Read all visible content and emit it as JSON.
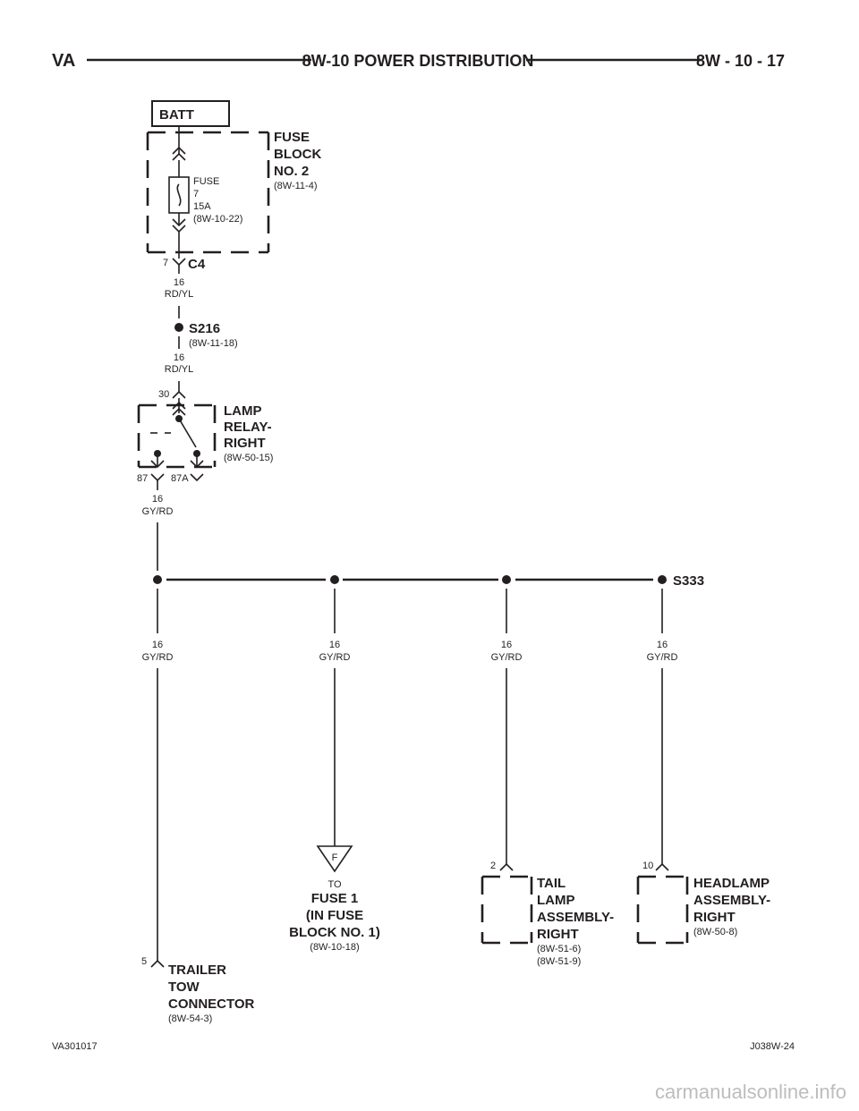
{
  "header": {
    "left": "VA",
    "title": "8W-10 POWER DISTRIBUTION",
    "page": "8W - 10 - 17"
  },
  "batt": {
    "label": "BATT"
  },
  "fuse_block": {
    "name_lines": [
      "FUSE",
      "BLOCK",
      "NO. 2"
    ],
    "ref": "(8W-11-4)",
    "fuse_lines": [
      "FUSE",
      "7",
      "15A",
      "(8W-10-22)"
    ]
  },
  "connector_c4": {
    "name": "C4",
    "pin": "7"
  },
  "wire1": {
    "gauge": "16",
    "color": "RD/YL"
  },
  "splice_s216": {
    "name": "S216",
    "ref": "(8W-11-18)"
  },
  "wire2": {
    "gauge": "16",
    "color": "RD/YL"
  },
  "relay": {
    "name_lines": [
      "LAMP",
      "RELAY-",
      "RIGHT"
    ],
    "ref": "(8W-50-15)",
    "pin_in": "30",
    "pin_87": "87",
    "pin_87a": "87A"
  },
  "wire3": {
    "gauge": "16",
    "color": "GY/RD"
  },
  "splice_s333": {
    "name": "S333"
  },
  "branches": [
    {
      "gauge": "16",
      "color": "GY/RD"
    },
    {
      "gauge": "16",
      "color": "GY/RD"
    },
    {
      "gauge": "16",
      "color": "GY/RD"
    },
    {
      "gauge": "16",
      "color": "GY/RD"
    }
  ],
  "trailer": {
    "pin": "5",
    "name_lines": [
      "TRAILER",
      "TOW",
      "CONNECTOR"
    ],
    "ref": "(8W-54-3)"
  },
  "fuse1": {
    "flag": "F",
    "to": "TO",
    "name_lines": [
      "FUSE 1",
      "(IN FUSE",
      "BLOCK NO. 1)"
    ],
    "ref": "(8W-10-18)"
  },
  "tail": {
    "pin": "2",
    "name_lines": [
      "TAIL",
      "LAMP",
      "ASSEMBLY-",
      "RIGHT"
    ],
    "refs": [
      "(8W-51-6)",
      "(8W-51-9)"
    ]
  },
  "headlamp": {
    "pin": "10",
    "name_lines": [
      "HEADLAMP",
      "ASSEMBLY-",
      "RIGHT"
    ],
    "ref": "(8W-50-8)"
  },
  "footer": {
    "left": "VA301017",
    "right": "J038W-24"
  },
  "watermark": "carmanualsonline.info"
}
